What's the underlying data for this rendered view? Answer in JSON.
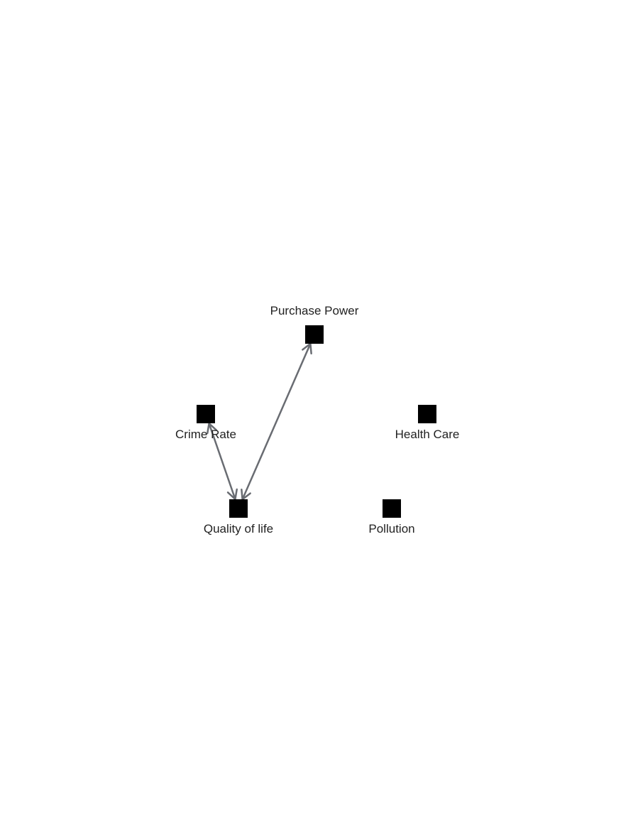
{
  "diagram": {
    "colors": {
      "node": "#000000",
      "edge": "#696c72",
      "label": "#222222",
      "background": "#ffffff"
    },
    "nodes": [
      {
        "id": "purchase_power",
        "label": "Purchase Power",
        "label_side": "above"
      },
      {
        "id": "crime_rate",
        "label": "Crime Rate",
        "label_side": "below"
      },
      {
        "id": "health_care",
        "label": "Health Care",
        "label_side": "below"
      },
      {
        "id": "quality_of_life",
        "label": "Quality of life",
        "label_side": "below"
      },
      {
        "id": "pollution",
        "label": "Pollution",
        "label_side": "below"
      }
    ],
    "edges": [
      {
        "from": "quality_of_life",
        "to": "purchase_power",
        "direction": "both"
      },
      {
        "from": "quality_of_life",
        "to": "crime_rate",
        "direction": "both"
      }
    ]
  }
}
